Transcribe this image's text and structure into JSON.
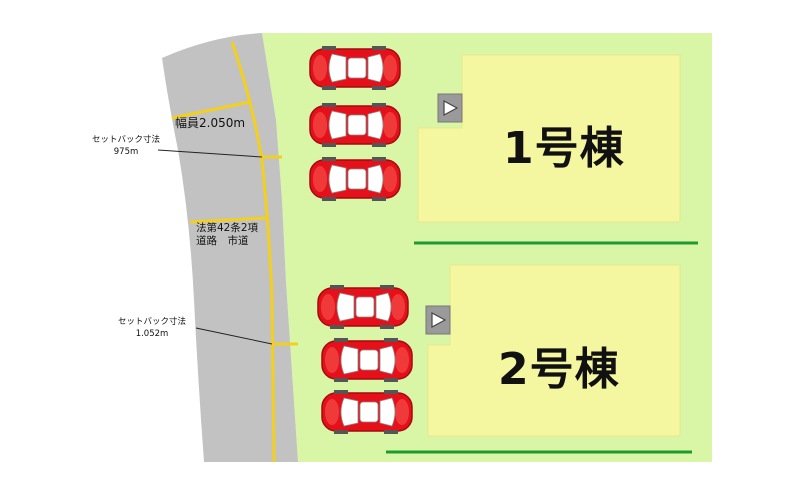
{
  "road": {
    "width_label": "幅員2.050m",
    "type_line1": "法第42条2項",
    "type_line2": "道路　市道"
  },
  "setbacks": [
    {
      "title": "セットバック寸法",
      "value": "975m"
    },
    {
      "title": "セットバック寸法",
      "value": "1.052m"
    }
  ],
  "buildings": [
    {
      "label": "1号棟",
      "parking_spaces": 3
    },
    {
      "label": "2号棟",
      "parking_spaces": 3
    }
  ],
  "colors": {
    "site_green": "#d9f5a6",
    "building_yellow": "#f5f7a0",
    "road_gray": "#c2c2c2",
    "road_line_yellow": "#f3d01e",
    "car_red": "#e5101a",
    "fence_green": "#1e9b2d",
    "entrance_gray": "#9a9a9a"
  },
  "icons": [
    "car-icon",
    "entrance-arrow-icon"
  ]
}
